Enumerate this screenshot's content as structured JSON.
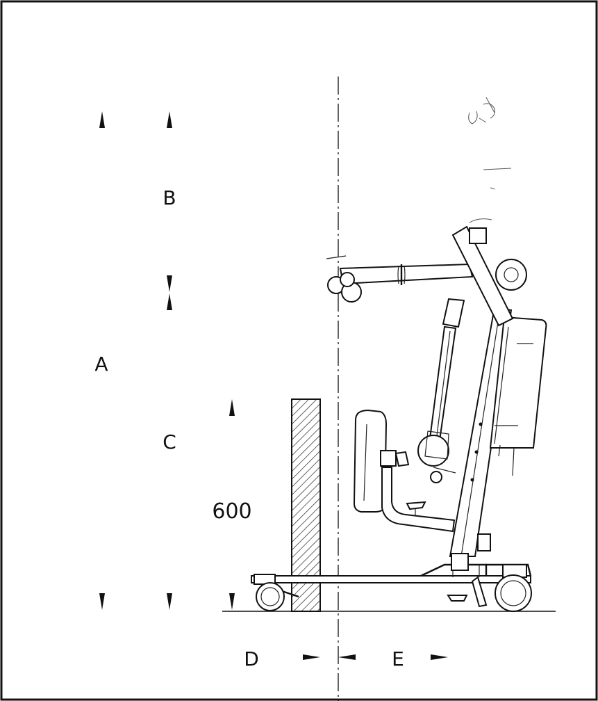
{
  "diagram": {
    "labels": {
      "a": "A",
      "b": "B",
      "c": "C",
      "d": "D",
      "e": "E",
      "clearance": "600"
    },
    "colors": {
      "line": "#111111",
      "background": "#ffffff"
    }
  }
}
